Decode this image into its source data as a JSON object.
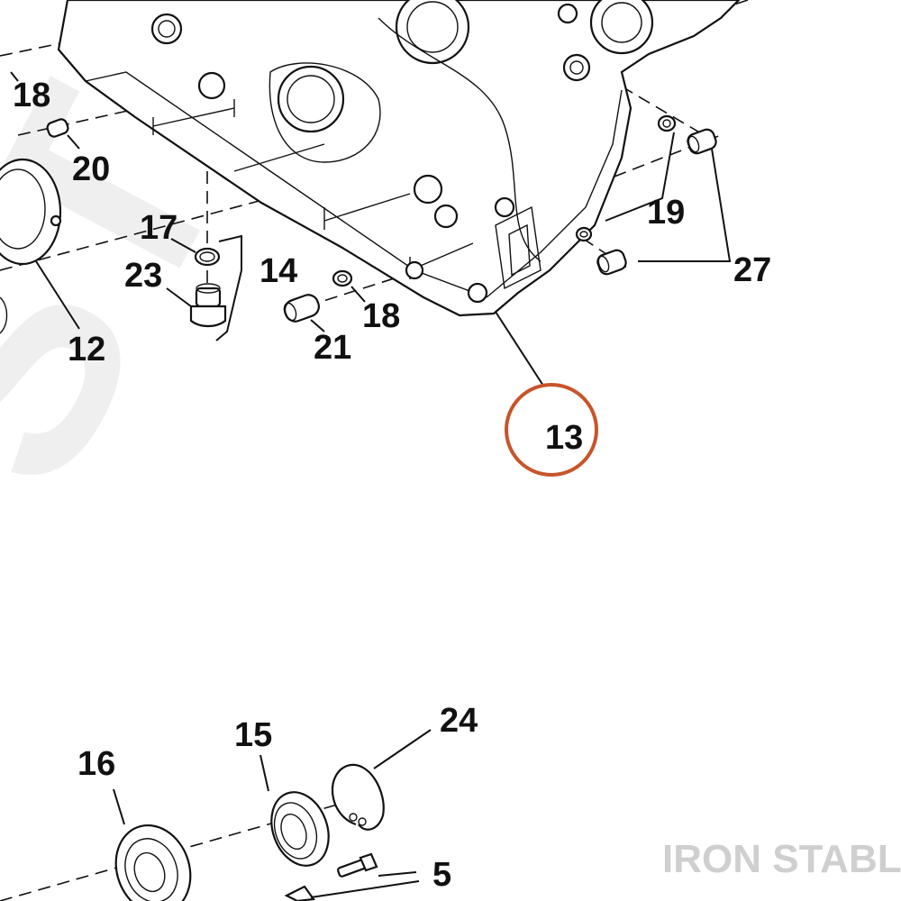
{
  "watermark": {
    "diagonal_text": "STABLE",
    "brand": "IRON STABLE"
  },
  "callouts": {
    "c18_top": "18",
    "c20": "20",
    "c17": "17",
    "c23": "23",
    "c14": "14",
    "c12": "12",
    "c18_mid": "18",
    "c21": "21",
    "c19": "19",
    "c27": "27",
    "c13": "13",
    "c16": "16",
    "c15": "15",
    "c24": "24",
    "c5": "5"
  },
  "highlight": {
    "part_number": "13",
    "ring_color": "#c8542a"
  },
  "colors": {
    "line": "#111111",
    "watermark_big": "#eeeeee",
    "watermark_brand": "#cfcfcf"
  }
}
